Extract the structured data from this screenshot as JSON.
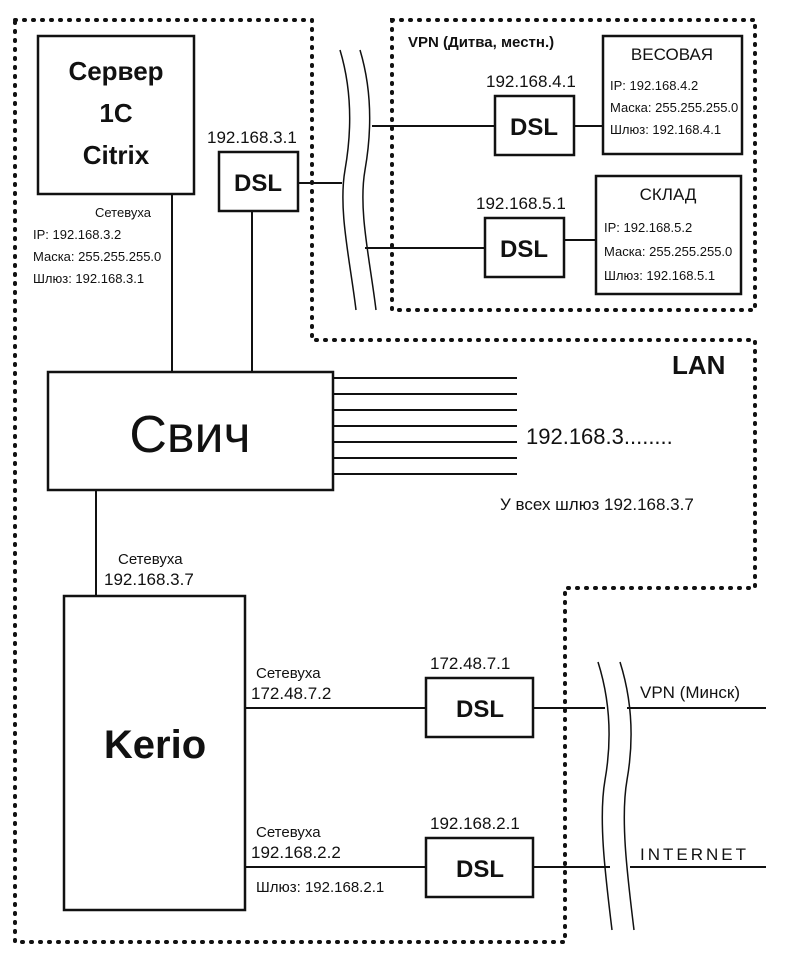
{
  "lan_label": "LAN",
  "vpn_zone_label": "VPN (Дитва, местн.)",
  "server": {
    "line1": "Сервер",
    "line2": "1С",
    "line3": "Citrix"
  },
  "server_nic": {
    "title": "Сетевуха",
    "ip": "IP: 192.168.3.2",
    "mask": "Маска: 255.255.255.0",
    "gw": "Шлюз: 192.168.3.1"
  },
  "dsl_main": {
    "ip": "192.168.3.1",
    "label": "DSL"
  },
  "dsl_ves": {
    "ip": "192.168.4.1",
    "label": "DSL"
  },
  "vesovaya": {
    "title": "ВЕСОВАЯ",
    "ip": "IP: 192.168.4.2",
    "mask": "Маска: 255.255.255.0",
    "gw": "Шлюз: 192.168.4.1"
  },
  "dsl_sklad": {
    "ip": "192.168.5.1",
    "label": "DSL"
  },
  "sklad": {
    "title": "СКЛАД",
    "ip": "IP: 192.168.5.2",
    "mask": "Маска: 255.255.255.0",
    "gw": "Шлюз: 192.168.5.1"
  },
  "switch": {
    "label": "Свич"
  },
  "subnet_text": "192.168.3........",
  "gateway_note": "У всех шлюз 192.168.3.7",
  "kerio_nic": {
    "title": "Сетевуха",
    "ip": "192.168.3.7"
  },
  "kerio": {
    "label": "Kerio"
  },
  "vpn_nic": {
    "title": "Сетевуха",
    "ip": "172.48.7.2"
  },
  "dsl_vpn": {
    "ip": "172.48.7.1",
    "label": "DSL"
  },
  "vpn_minsk_label": "VPN (Минск)",
  "inet_nic": {
    "title": "Сетевуха",
    "ip": "192.168.2.2",
    "gw": "Шлюз: 192.168.2.1"
  },
  "dsl_inet": {
    "ip": "192.168.2.1",
    "label": "DSL"
  },
  "internet_label": "INTERNET"
}
